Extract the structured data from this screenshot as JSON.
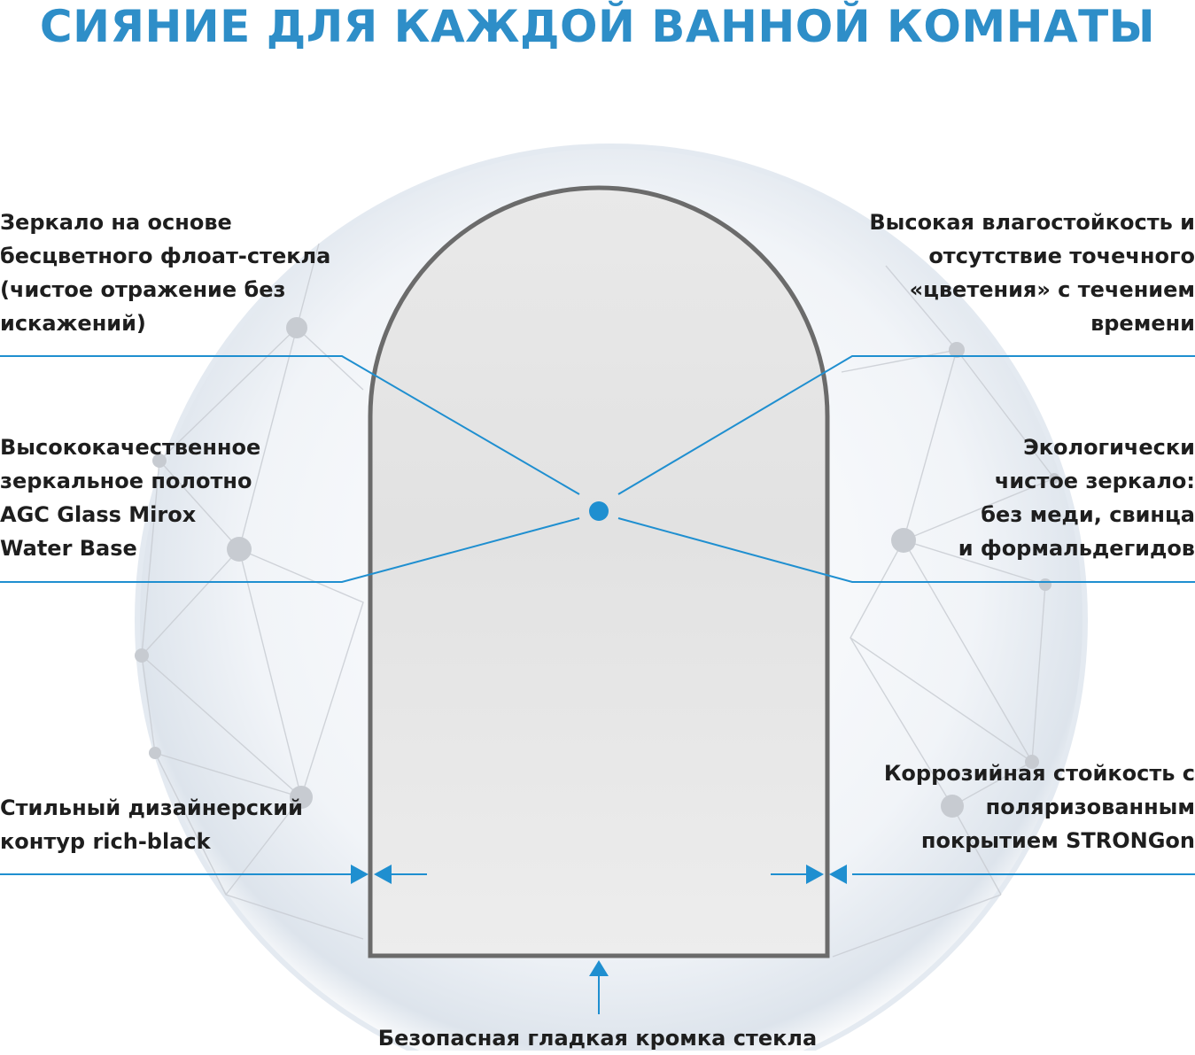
{
  "title": "СИЯНИЕ ДЛЯ КАЖДОЙ ВАННОЙ КОМНАТЫ",
  "colors": {
    "accent": "#2e8ec8",
    "line": "#1f8fd0",
    "frame": "#6b6b6b",
    "text": "#1e1e1e"
  },
  "annotations": {
    "left_top": [
      "Зеркало на основе",
      "бесцветного флоат-стекла",
      "(чистое отражение без",
      "искажений)"
    ],
    "left_middle": [
      "Высококачественное",
      "зеркальное полотно",
      "AGC Glass Mirox",
      "Water Base"
    ],
    "left_bottom": [
      "Стильный дизайнерский",
      "контур rich-black"
    ],
    "right_top": [
      "Высокая влагостойкость и",
      "отсутствие точечного",
      "«цветения» с течением",
      "времени"
    ],
    "right_middle": [
      "Экологически",
      "чистое зеркало:",
      "без меди, свинца",
      "и формальдегидов"
    ],
    "right_bottom": [
      "Коррозийная стойкость с",
      "поляризованным",
      "покрытием STRONGon"
    ],
    "bottom": "Безопасная гладкая кромка стекла"
  }
}
